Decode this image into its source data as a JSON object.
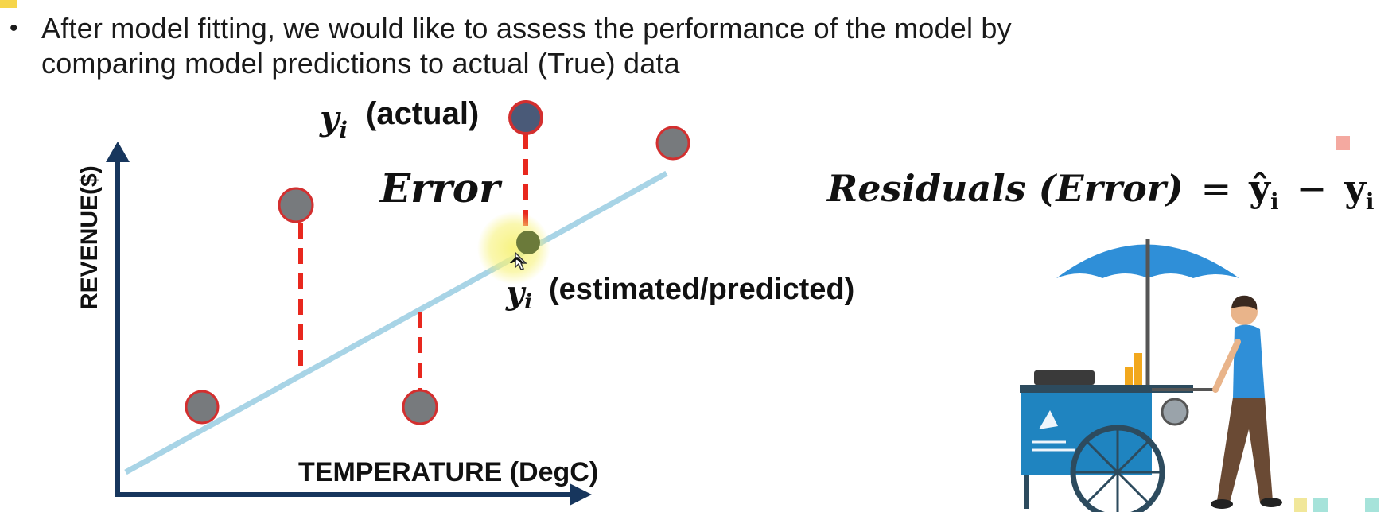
{
  "slide": {
    "bullet_symbol": "•",
    "bullet_line1": "After model fitting, we would like to assess the performance of the model by",
    "bullet_line2": "comparing model predictions to actual (True) data"
  },
  "diagram": {
    "axis_y_label": "REVENUE($)",
    "axis_x_label": "TEMPERATURE (DegC)",
    "actual_symbol": "y",
    "actual_subscript": "i",
    "actual_label": "(actual)",
    "error_label": "Error",
    "predicted_symbol": "y",
    "predicted_subscript": "i",
    "predicted_label": "(estimated/predicted)"
  },
  "formula": {
    "residuals_word": "Residuals",
    "error_word": "(Error)",
    "equals": "=",
    "y_hat": "ŷ",
    "minus": "−",
    "y": "y",
    "sub": "i"
  },
  "colors": {
    "regression_line": "#a8d4e6",
    "axis": "#17365d",
    "error_dash": "#e8281e",
    "point_fill": "#777a7d",
    "point_stroke": "#d32f2f",
    "actual_point_fill": "#4a5a78",
    "predicted_point_fill": "#6b7a3a",
    "cursor_highlight": "#f4f08a",
    "umbrella": "#2f8fd8",
    "cart": "#1f84c0"
  },
  "icons": {
    "illustration": "ice-cream-vendor-illustration"
  }
}
